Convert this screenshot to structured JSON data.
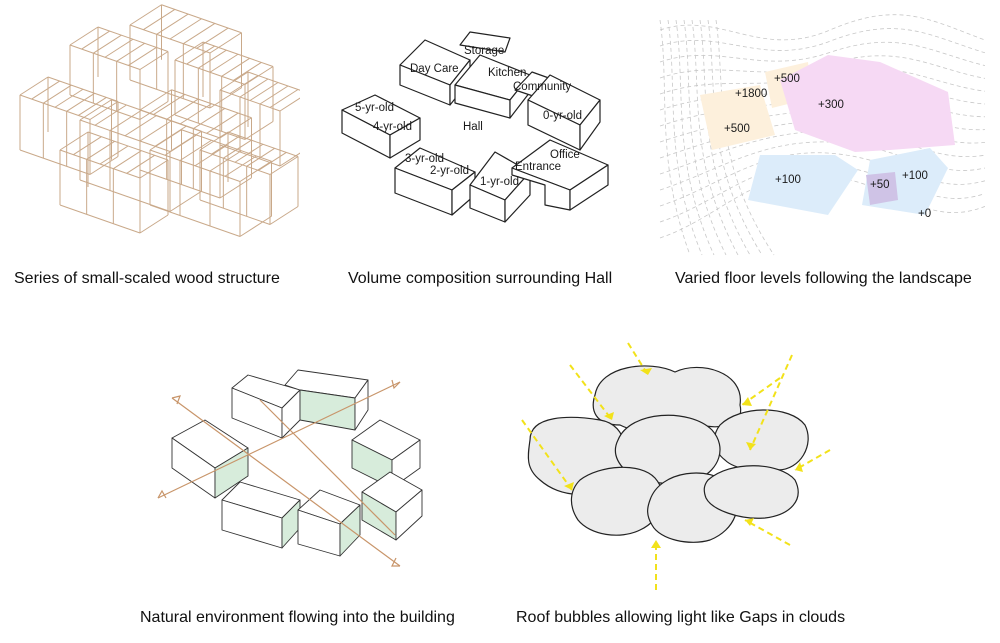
{
  "captions": {
    "wood_structure": "Series of small-scaled wood structure",
    "volume_composition": "Volume composition surrounding Hall",
    "floor_levels": "Varied floor levels following the landscape",
    "natural_environment": "Natural environment flowing into the building",
    "roof_bubbles": "Roof bubbles allowing light like Gaps in clouds"
  },
  "volume_labels": {
    "storage": "Storage",
    "day_care": "Day Care",
    "kitchen": "Kitchen",
    "community": "Community",
    "five_yr": "5-yr-old",
    "four_yr": "4-yr-old",
    "hall": "Hall",
    "zero_yr": "0-yr-old",
    "office": "Office",
    "entrance": "Entrance",
    "three_yr": "3-yr-old",
    "two_yr": "2-yr-old",
    "one_yr": "1-yr-old"
  },
  "floor_level_labels": {
    "l1800": "+1800",
    "l500_top": "+500",
    "l300": "+300",
    "l500_left": "+500",
    "l100_left": "+100",
    "l50": "+50",
    "l100_right": "+100",
    "l0": "+0"
  },
  "colors": {
    "wood": "#c9a98a",
    "floor_orange": "#fdf0dc",
    "floor_pink": "#f6d9f4",
    "floor_blue": "#dcecfa",
    "floor_purple": "#cfc3e6",
    "green_wall": "#d7ecdb",
    "arrow_brown": "#c8956a",
    "light_arrow": "#f2e21a",
    "bubble_fill": "#ececec"
  }
}
